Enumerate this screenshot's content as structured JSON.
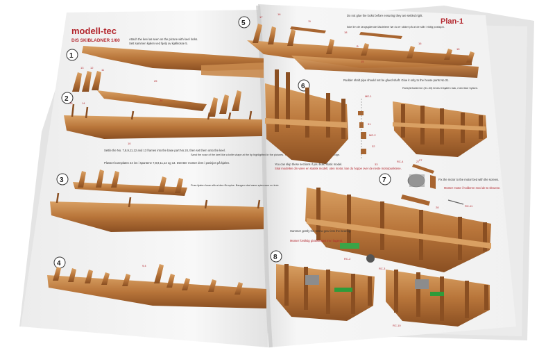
{
  "brand": {
    "name": "modell-tec",
    "model": "D/S SKIBLADNER 1/60"
  },
  "plan_title": "Plan-1",
  "steps": [
    {
      "number": "1",
      "text_en": "Attach the keel as seen on the picture with keel locks.",
      "text_no": "Sett sammen kjølen ved hjelp av kjølklosse 5.",
      "parts": [
        "13",
        "12",
        "11",
        "25"
      ]
    },
    {
      "number": "2",
      "parts": [
        "15",
        "14",
        "24",
        "10"
      ]
    },
    {
      "number": "3",
      "text_en": "Settle the No. 7,8,9,11,12 and 13 frames into the base part No.24, then set them onto the keel.",
      "text_no": "Plasser bunnplaten 24 inn i spantene 7,8,9,11,12 og 13. Deretter monter dem i posisjon på kjølen.",
      "text2_en": "Sand the nose of the keel like a knife shape at the tip highlighted in the pictures. The Ship's nose should be almost a knife edge.",
      "text2_no": "Puss kjølen foran slik at den får spiss. Baugen skal være spiss som en kniv."
    },
    {
      "number": "4",
      "parts": [
        "9,4"
      ]
    },
    {
      "number": "5",
      "text_en": "Do not glue the locks before ensuring they are settled right.",
      "text_no": "Ikke lim de langsgående låsdelene før du er sikker på at de står i riktig posisjon.",
      "parts": [
        "17",
        "16",
        "11",
        "18",
        "B",
        "15",
        "16",
        "15"
      ]
    },
    {
      "number": "6",
      "text_en": "Rudder shaft pipe should not be glued shaft. Glue it only to the house parts No.31.",
      "text_no": "Rorkyteholderne (31-33) limes til kjølen bak, men ikke hylsen.",
      "parts": [
        "ME-1",
        "31",
        "ME-2",
        "32",
        "33",
        "RC-4",
        "27"
      ],
      "skip_en": "You can skip these sections if you build static model.",
      "skip_no": "Skal modellen din være en statisk modell, uten motor, kan du hoppe over de neste motorpunktene."
    },
    {
      "number": "7",
      "text_en": "Fix the motor to the motor bed with the screws.",
      "text_no": "Monter motor i holderen med de to skruene.",
      "parts": [
        "27",
        "28",
        "RC-11"
      ]
    },
    {
      "number": "8",
      "text_en": "Hammer gently the screw gear into the bearing.",
      "text_no": "Monter forsiktig girakslingen inn i lageret.",
      "parts": [
        "RC-2",
        "RC-3",
        "RC-10"
      ]
    }
  ],
  "colors": {
    "wood": "#b8753a",
    "wood_dark": "#8a4f22",
    "wood_light": "#d9a063",
    "accent": "#b3262d",
    "paper": "#f7f7f5"
  }
}
